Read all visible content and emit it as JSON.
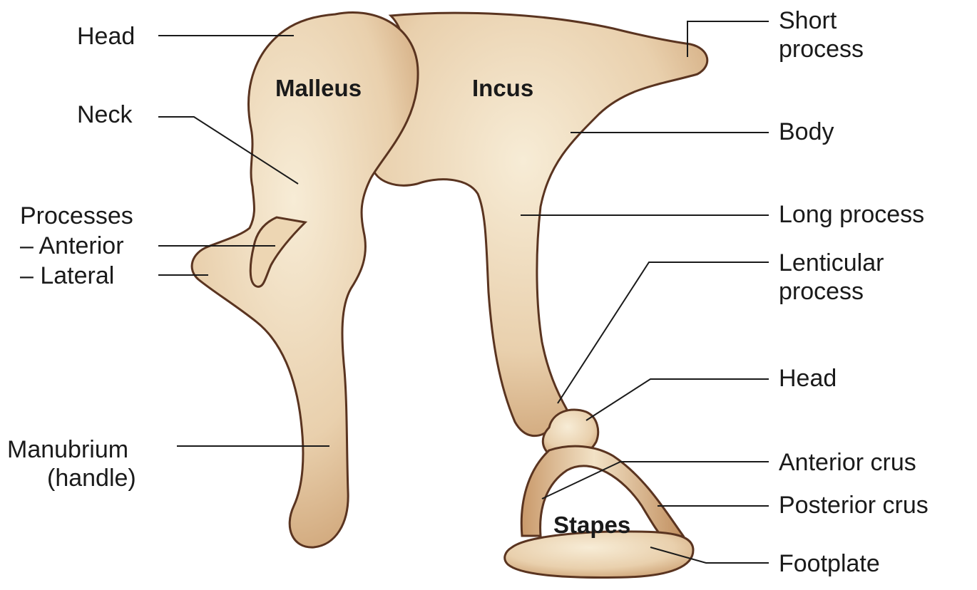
{
  "colors": {
    "bone_light": "#f4e6cc",
    "bone_mid": "#e2c39c",
    "bone_dark": "#b8875a",
    "outline": "#5a3420",
    "text": "#1a1a1a"
  },
  "bones": {
    "malleus": "Malleus",
    "incus": "Incus",
    "stapes": "Stapes"
  },
  "left_labels": {
    "malleus_head": "Head",
    "neck": "Neck",
    "processes": "Processes",
    "anterior": "– Anterior",
    "lateral": "– Lateral",
    "manubrium_line1": "Manubrium",
    "manubrium_line2": "(handle)"
  },
  "right_labels": {
    "short_process_line1": "Short",
    "short_process_line2": "process",
    "body": "Body",
    "long_process": "Long process",
    "lenticular_line1": "Lenticular",
    "lenticular_line2": "process",
    "stapes_head": "Head",
    "anterior_crus": "Anterior crus",
    "posterior_crus": "Posterior crus",
    "footplate": "Footplate"
  }
}
